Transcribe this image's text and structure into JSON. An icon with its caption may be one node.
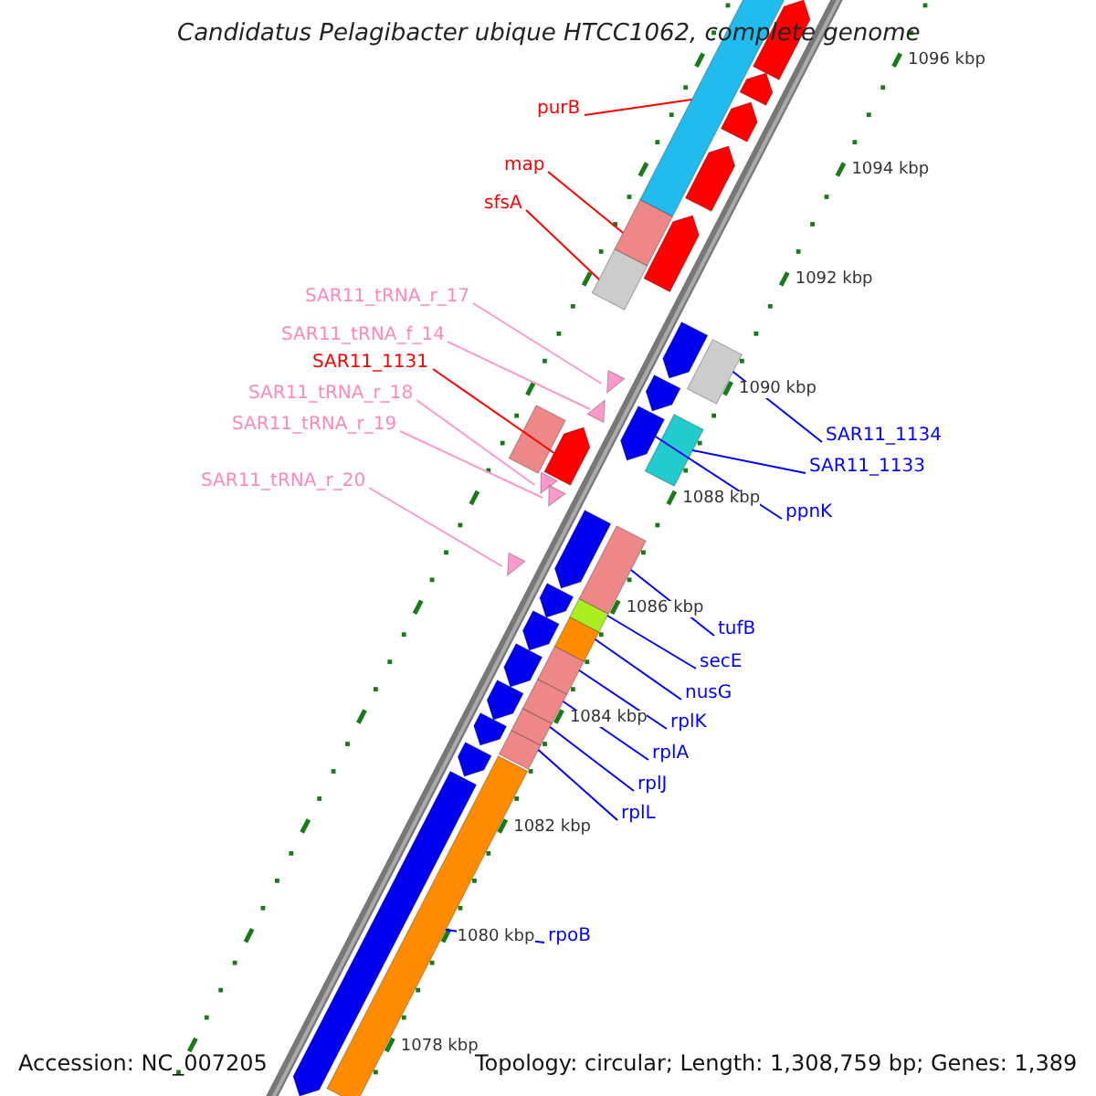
{
  "diagram": {
    "title": "Candidatus Pelagibacter ubique HTCC1062, complete genome",
    "nodes": [
      {
        "text": [
          "purB"
        ]
      },
      {
        "text": [
          "map"
        ]
      },
      {
        "text": [
          "sfsA"
        ]
      },
      {
        "text": [
          "SAR11_tRNA_r_17"
        ]
      },
      {
        "text": [
          "SAR11_tRNA_f_14"
        ]
      },
      {
        "text": [
          "SAR11_1131"
        ]
      },
      {
        "text": [
          "SAR11_tRNA_r_18"
        ]
      },
      {
        "text": [
          "SAR11_tRNA_r_19"
        ]
      },
      {
        "text": [
          "SAR11_tRNA_r_20"
        ]
      },
      {
        "text": [
          "SAR11_1134"
        ]
      },
      {
        "text": [
          "SAR11_1133"
        ]
      },
      {
        "text": [
          "ppnK"
        ]
      },
      {
        "text": [
          "tufB"
        ]
      },
      {
        "text": [
          "secE"
        ]
      },
      {
        "text": [
          "nusG"
        ]
      },
      {
        "text": [
          "rplK"
        ]
      },
      {
        "text": [
          "rplA"
        ]
      },
      {
        "text": [
          "rplJ"
        ]
      },
      {
        "text": [
          "rplL"
        ]
      },
      {
        "text": [
          "rpoB"
        ]
      },
      {
        "text": [],
        "shape": "bar"
      },
      {
        "text": [],
        "shape": "pentagon"
      },
      {
        "text": [],
        "shape": "pentagon"
      },
      {
        "text": [],
        "shape": "pentagon"
      },
      {
        "text": [],
        "shape": "pentagon"
      },
      {
        "text": [],
        "shape": "bar"
      },
      {
        "text": [],
        "shape": "pentagon"
      },
      {
        "text": [],
        "shape": "bar"
      },
      {
        "text": [],
        "shape": "pentagon"
      },
      {
        "text": [],
        "shape": "bar"
      },
      {
        "text": [],
        "shape": "triangle"
      },
      {
        "text": [],
        "shape": "pentagon"
      },
      {
        "text": [],
        "shape": "bar"
      },
      {
        "text": [],
        "shape": "pentagon"
      },
      {
        "text": [],
        "shape": "bar"
      },
      {
        "text": [],
        "shape": "pentagon"
      },
      {
        "text": [],
        "shape": "triangle"
      },
      {
        "text": [],
        "shape": "triangle"
      },
      {
        "text": [],
        "shape": "triangle"
      },
      {
        "text": [],
        "shape": "pentagon"
      },
      {
        "text": [],
        "shape": "bar"
      },
      {
        "text": [],
        "shape": "triangle"
      },
      {
        "text": [],
        "shape": "pentagon"
      },
      {
        "text": [],
        "shape": "bar"
      },
      {
        "text": [],
        "shape": "pentagon"
      },
      {
        "text": [],
        "shape": "bar"
      },
      {
        "text": [],
        "shape": "pentagon"
      },
      {
        "text": [],
        "shape": "bar"
      },
      {
        "text": [],
        "shape": "pentagon"
      },
      {
        "text": [],
        "shape": "bar"
      },
      {
        "text": [],
        "shape": "bar"
      },
      {
        "text": [],
        "shape": "pentagon"
      },
      {
        "text": [],
        "shape": "bar"
      },
      {
        "text": [],
        "shape": "pentagon"
      },
      {
        "text": [],
        "shape": "bar"
      },
      {
        "text": [],
        "shape": "pentagon"
      }
    ],
    "edges": [
      {
        "from": 0,
        "to": 20,
        "arrow": "none",
        "color": "#ff0000"
      },
      {
        "from": 1,
        "to": 25,
        "arrow": "none",
        "color": "#ff0000"
      },
      {
        "from": 2,
        "to": 27,
        "arrow": "none",
        "color": "#ff0000"
      },
      {
        "from": 3,
        "to": 30,
        "arrow": "none",
        "color": "#ff99cc"
      },
      {
        "from": 4,
        "to": 36,
        "arrow": "none",
        "color": "#ff99cc"
      },
      {
        "from": 5,
        "to": 35,
        "arrow": "none",
        "color": "#ff0000"
      },
      {
        "from": 6,
        "to": 37,
        "arrow": "none",
        "color": "#ff99cc"
      },
      {
        "from": 7,
        "to": 38,
        "arrow": "none",
        "color": "#ff99cc"
      },
      {
        "from": 8,
        "to": 41,
        "arrow": "none",
        "color": "#ff99cc"
      },
      {
        "from": 9,
        "to": 29,
        "arrow": "none"
      },
      {
        "from": 10,
        "to": 34,
        "arrow": "none"
      },
      {
        "from": 11,
        "to": 33,
        "arrow": "none"
      },
      {
        "from": 12,
        "to": 40,
        "arrow": "none"
      },
      {
        "from": 13,
        "to": 43,
        "arrow": "none"
      },
      {
        "from": 14,
        "to": 45,
        "arrow": "none"
      },
      {
        "from": 15,
        "to": 47,
        "arrow": "none"
      },
      {
        "from": 16,
        "to": 49,
        "arrow": "none"
      },
      {
        "from": 17,
        "to": 50,
        "arrow": "none"
      },
      {
        "from": 18,
        "to": 52,
        "arrow": "none"
      },
      {
        "from": 19,
        "to": 54,
        "arrow": "none"
      }
    ],
    "labels": [
      "1096 kbp",
      "1094 kbp",
      "1092 kbp",
      "1090 kbp",
      "1088 kbp",
      "1086 kbp",
      "1084 kbp",
      "1082 kbp",
      "1080 kbp",
      "1078 kbp",
      "Accession: NC_007205",
      "Topology: circular; Length: 1,308,759 bp; Genes: 1,389"
    ]
  }
}
